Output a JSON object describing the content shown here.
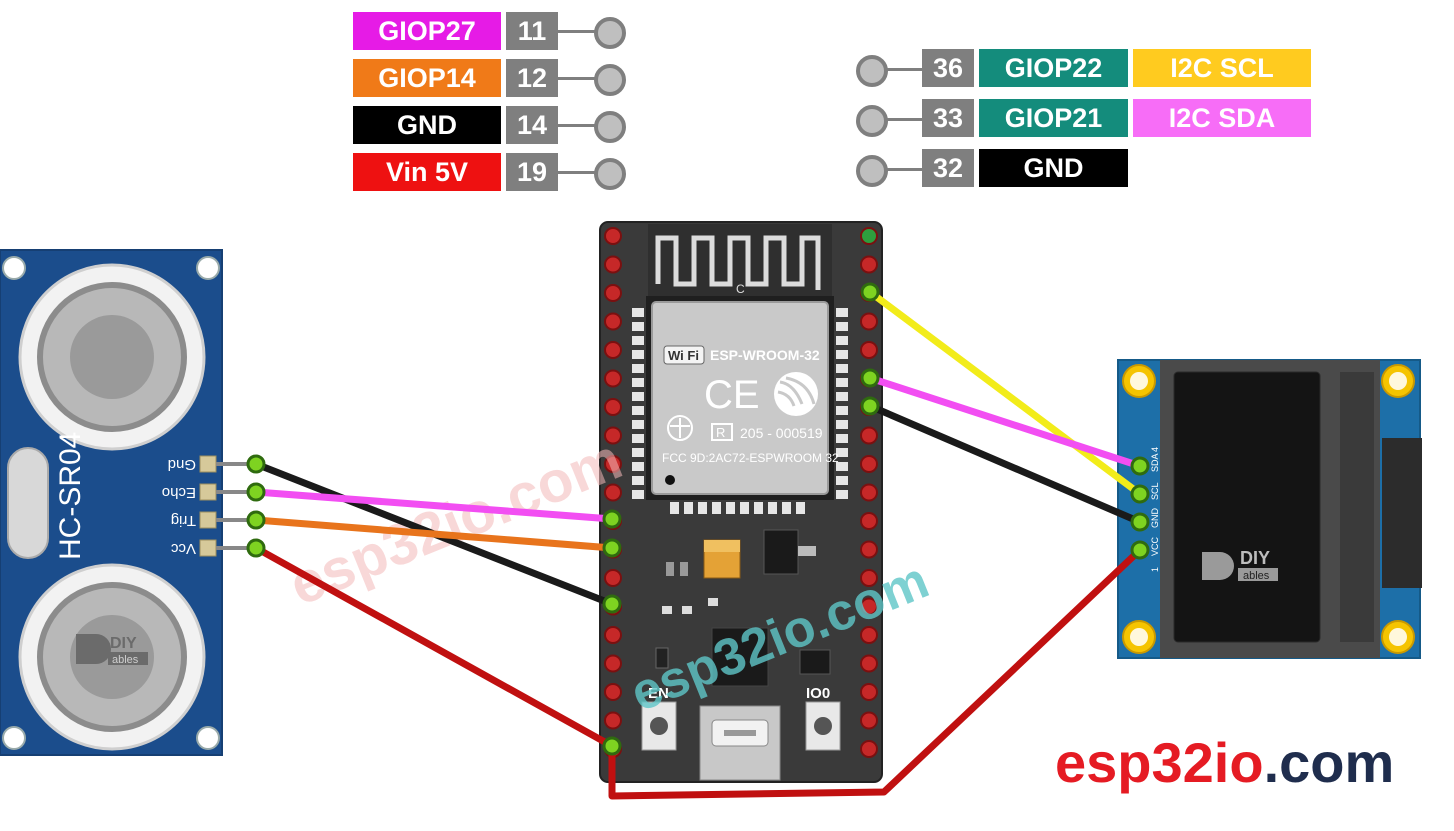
{
  "left_pins": [
    {
      "gpio": "GIOP27",
      "pin": "11",
      "color": "#e61be6"
    },
    {
      "gpio": "GIOP14",
      "pin": "12",
      "color": "#f07a18"
    },
    {
      "gpio": "GND",
      "pin": "14",
      "color": "#000000"
    },
    {
      "gpio": "Vin 5V",
      "pin": "19",
      "color": "#ee1111"
    }
  ],
  "right_pins": [
    {
      "pin": "36",
      "gpio": "GIOP22",
      "function": "I2C SCL",
      "gpio_color": "#148c7c",
      "function_color": "#ffcb1f"
    },
    {
      "pin": "33",
      "gpio": "GIOP21",
      "function": "I2C SDA",
      "gpio_color": "#148c7c",
      "function_color": "#f76df7"
    },
    {
      "pin": "32",
      "gpio": "GND",
      "function": "",
      "gpio_color": "#000000",
      "function_color": ""
    }
  ],
  "sensor": {
    "name": "HC-SR04",
    "pins": [
      "Gnd",
      "Echo",
      "Trig",
      "Vcc"
    ],
    "brand": "DIY",
    "brand_sub": "ables"
  },
  "esp32": {
    "module_name": "ESP-WROOM-32",
    "wifi": "Wi Fi",
    "ce": "CE",
    "reg_code": "205 - 000519",
    "fcc": "FCC 9D:2AC72-ESPWROOM 32",
    "r_mark": "R",
    "c_mark": "C",
    "button_en": "EN",
    "button_io0": "IO0"
  },
  "oled": {
    "pin_labels": [
      "SDA",
      "SCL",
      "GND",
      "VCC"
    ],
    "pin_numbers": [
      "4",
      "1"
    ],
    "brand": "DIY",
    "brand_sub": "ables"
  },
  "watermarks": [
    "esp32io.com",
    "esp32io.com"
  ],
  "brand": {
    "part1": "esp32io",
    "part2": ".com",
    "color1": "#e51b23",
    "color2": "#1f2d4d"
  },
  "wires": [
    {
      "from": "Gnd",
      "to": "GND",
      "color": "#1a1a1a"
    },
    {
      "from": "Echo",
      "to": "GIOP27",
      "color": "#f24ef2"
    },
    {
      "from": "Trig",
      "to": "GIOP14",
      "color": "#e8741c"
    },
    {
      "from": "Vcc",
      "to": "Vin 5V",
      "color": "#c01010"
    },
    {
      "from": "GIOP22",
      "to": "SCL",
      "color": "#f2ec1a"
    },
    {
      "from": "GIOP21",
      "to": "SDA",
      "color": "#f24ef2"
    },
    {
      "from": "GND",
      "to": "GND",
      "color": "#1a1a1a"
    },
    {
      "from": "Vin 5V",
      "to": "VCC",
      "color": "#c01010"
    }
  ]
}
